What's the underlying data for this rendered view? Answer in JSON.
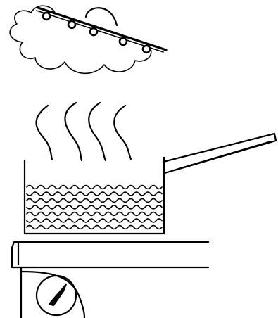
{
  "colors": {
    "ink": "#000000",
    "background": "#ffffff"
  },
  "scene": {
    "cloud": {
      "icon": "cloud-icon"
    },
    "condensation_rail": {
      "icon": "rail-with-droplets-icon",
      "droplet_count": 5
    },
    "steam": {
      "icon": "steam-icon",
      "wisp_count": 4
    },
    "saucepan": {
      "icon": "saucepan-icon"
    },
    "water": {
      "icon": "water-waves-icon",
      "wave_rows": 7
    },
    "stove": {
      "icon": "stove-icon"
    },
    "dial": {
      "icon": "temperature-dial-icon"
    }
  }
}
